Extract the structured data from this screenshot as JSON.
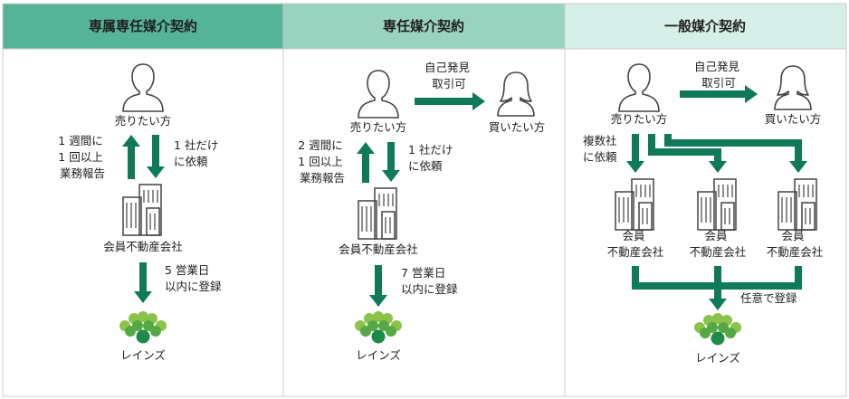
{
  "colors": {
    "header1": "#55b398",
    "header2": "#99d2bf",
    "header3": "#d6efe8",
    "arrow": "#0e7a5a",
    "border": "#cccccc",
    "icon": "#444444",
    "leaf_light": "#8bc34a",
    "leaf_mid": "#56a845",
    "leaf_dark": "#1e8a4a"
  },
  "columns": [
    {
      "title": "専属専任媒介契約",
      "seller": "売りたい方",
      "left_note": [
        "1 週間に",
        "1 回以上",
        "業務報告"
      ],
      "right_note": [
        "1 社だけ",
        "に依頼"
      ],
      "agency": "会員不動産会社",
      "register_note": [
        "5 営業日",
        "以内に登録"
      ],
      "reins": "レインズ"
    },
    {
      "title": "専任媒介契約",
      "seller": "売りたい方",
      "self_deal": [
        "自己発見",
        "取引可"
      ],
      "buyer": "買いたい方",
      "left_note": [
        "2 週間に",
        "1 回以上",
        "業務報告"
      ],
      "right_note": [
        "1 社だけ",
        "に依頼"
      ],
      "agency": "会員不動産会社",
      "register_note": [
        "7 営業日",
        "以内に登録"
      ],
      "reins": "レインズ"
    },
    {
      "title": "一般媒介契約",
      "seller": "売りたい方",
      "self_deal": [
        "自己発見",
        "取引可"
      ],
      "buyer": "買いたい方",
      "multi_note": [
        "複数社",
        "に依頼"
      ],
      "agencies": [
        [
          "会員",
          "不動産会社"
        ],
        [
          "会員",
          "不動産会社"
        ],
        [
          "会員",
          "不動産会社"
        ]
      ],
      "register_note": "任意で登録",
      "reins": "レインズ"
    }
  ]
}
